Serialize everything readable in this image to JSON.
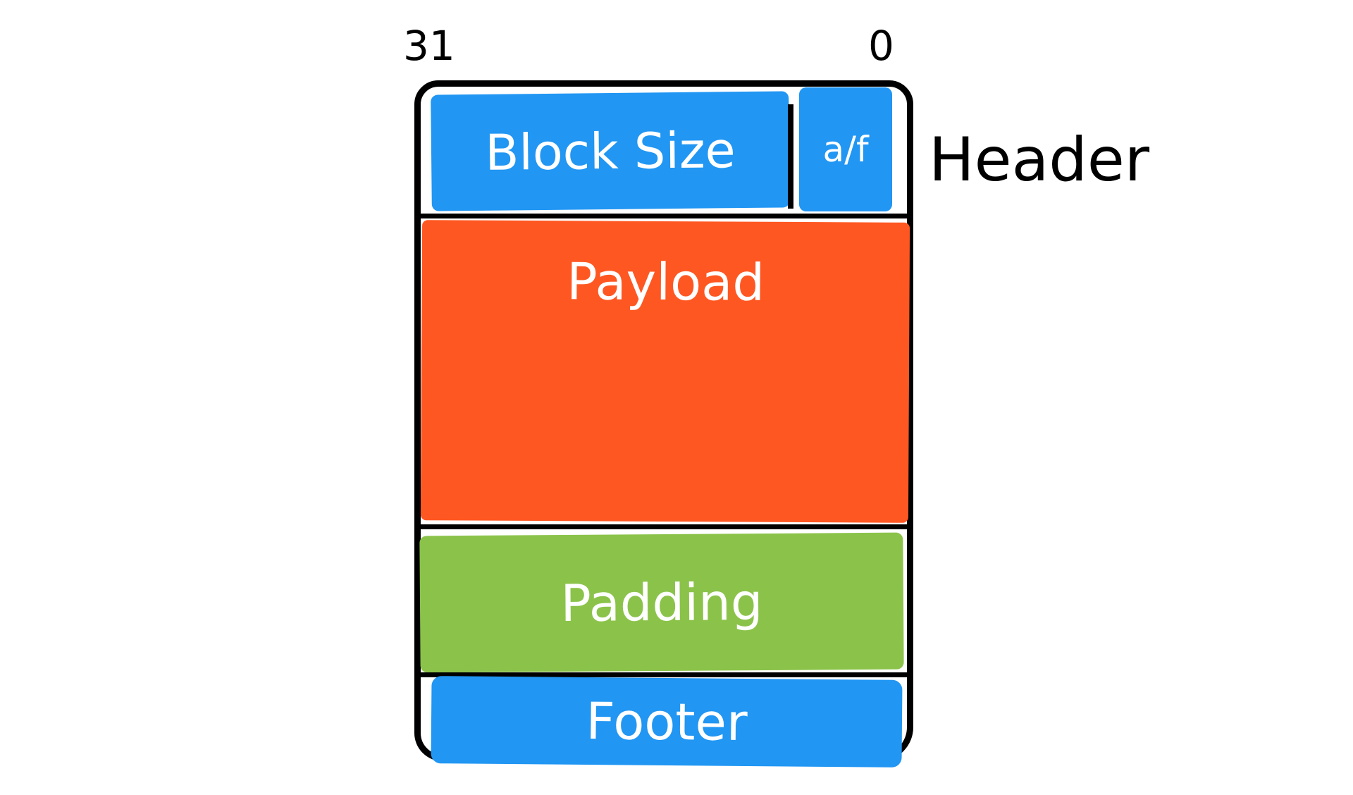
{
  "bit_labels": {
    "high": "31",
    "low": "0"
  },
  "fields": {
    "block_size": "Block Size",
    "alloc_flag": "a/f",
    "payload": "Payload",
    "padding": "Padding",
    "footer": "Footer"
  },
  "side_label": "Header",
  "colors": {
    "header": "#2196f3",
    "payload": "#ff5722",
    "padding": "#8bc34a",
    "footer": "#2196f3",
    "outline": "#000000"
  }
}
